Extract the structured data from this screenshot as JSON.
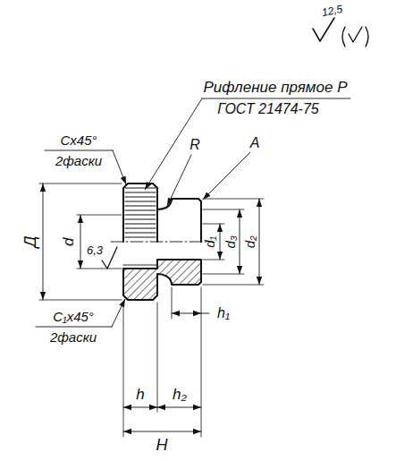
{
  "diagram": {
    "labels": [
      "12,5",
      "Рифление прямое Р",
      "ГОСТ 21474-75",
      "Cx45°",
      "2фаски",
      "R",
      "A",
      "d",
      "6,3",
      "Д",
      "d₁",
      "d₃",
      "d₂",
      "C₁x45°",
      "2фаски",
      "h₁",
      "h",
      "h₂",
      "H"
    ]
  }
}
